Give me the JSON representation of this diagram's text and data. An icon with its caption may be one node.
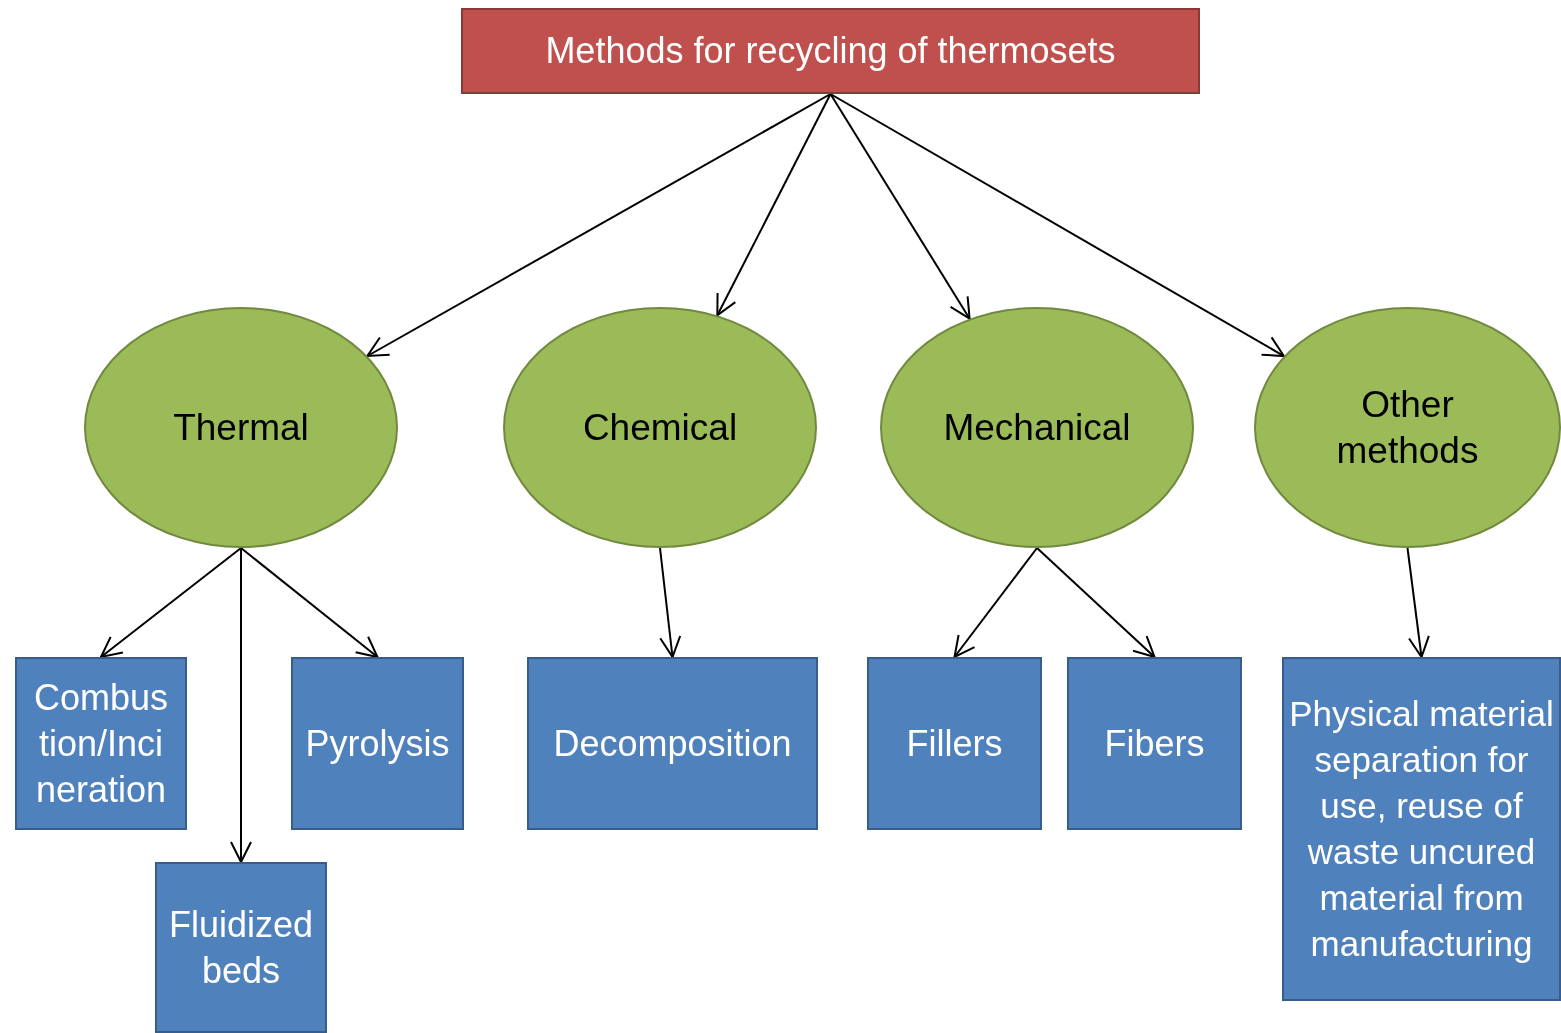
{
  "diagram": {
    "nodes": [
      {
        "text": [
          "Methods for recycling of thermosets"
        ]
      },
      {
        "text": [
          "Thermal"
        ]
      },
      {
        "text": [
          "Chemical"
        ]
      },
      {
        "text": [
          "Mechanical"
        ]
      },
      {
        "text": [
          "Other methods"
        ]
      },
      {
        "text": [
          "Combustion/Incineration"
        ]
      },
      {
        "text": [
          "Pyrolysis"
        ]
      },
      {
        "text": [
          "Fluidized beds"
        ]
      },
      {
        "text": [
          "Decomposition"
        ]
      },
      {
        "text": [
          "Fillers"
        ]
      },
      {
        "text": [
          "Fibers"
        ]
      },
      {
        "text": [
          "Physical material separation for use, reuse of waste uncured material from manufacturing"
        ]
      }
    ],
    "edges": [
      {
        "from": 0,
        "to": 1,
        "arrow": "to"
      },
      {
        "from": 0,
        "to": 2,
        "arrow": "to"
      },
      {
        "from": 0,
        "to": 3,
        "arrow": "to"
      },
      {
        "from": 0,
        "to": 4,
        "arrow": "to"
      },
      {
        "from": 1,
        "to": 5,
        "arrow": "to"
      },
      {
        "from": 1,
        "to": 7,
        "arrow": "to"
      },
      {
        "from": 1,
        "to": 6,
        "arrow": "to"
      },
      {
        "from": 2,
        "to": 8,
        "arrow": "to"
      },
      {
        "from": 3,
        "to": 9,
        "arrow": "to"
      },
      {
        "from": 3,
        "to": 10,
        "arrow": "to"
      },
      {
        "from": 4,
        "to": 11,
        "arrow": "to"
      }
    ]
  }
}
